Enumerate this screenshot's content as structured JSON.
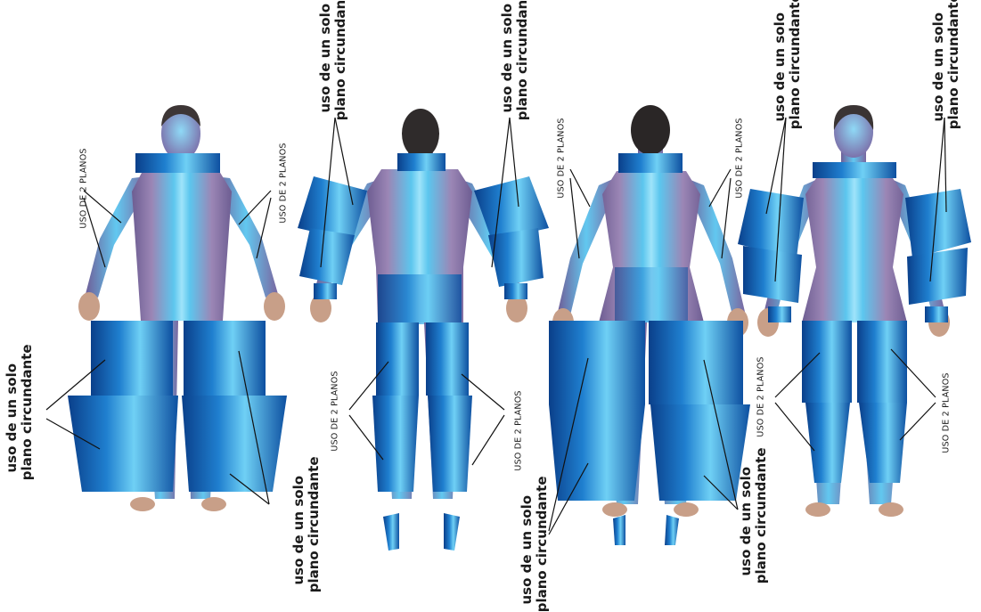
{
  "labels": {
    "single_plane_line1": "uso de un solo",
    "single_plane_line2": "plano circundante",
    "two_planes": "USO DE 2 PLANOS"
  },
  "figures": [
    {
      "name": "male-front"
    },
    {
      "name": "male-back"
    },
    {
      "name": "female-back"
    },
    {
      "name": "female-front"
    }
  ],
  "colors": {
    "plane_dark": "#0a3f8a",
    "plane_mid": "#1f7fcf",
    "plane_light": "#6fd0f5",
    "body_base": "#8e7aa8",
    "skin": "#d4a88c",
    "line": "#111111"
  }
}
